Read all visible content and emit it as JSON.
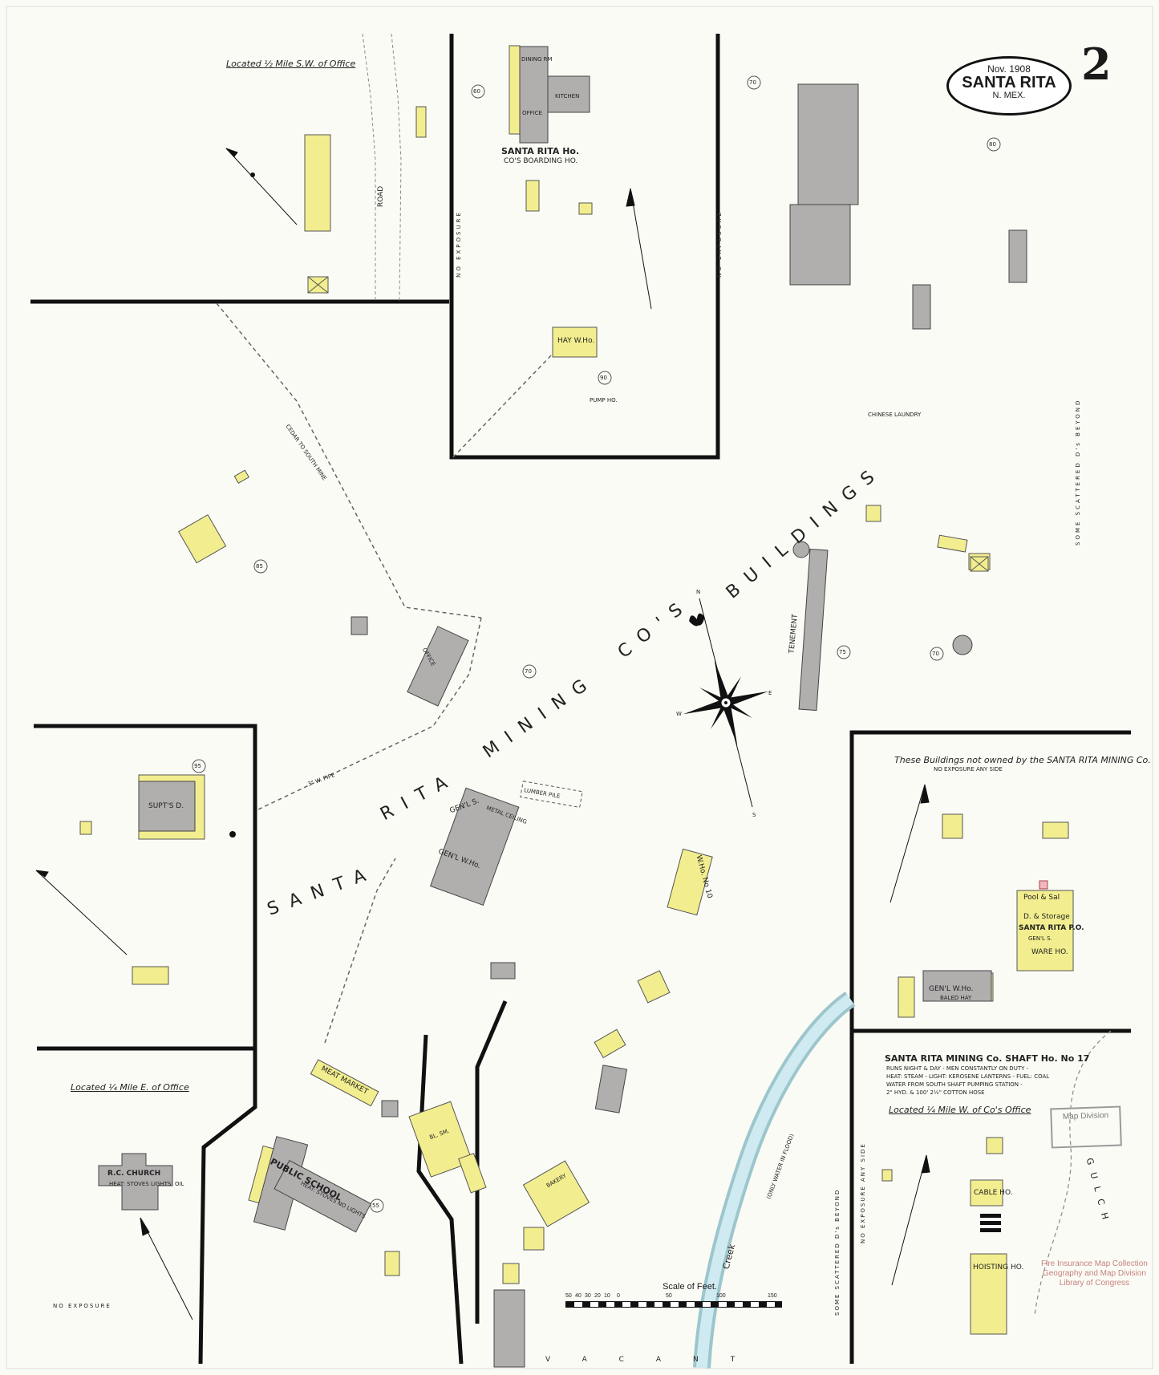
{
  "sheet": {
    "date": "Nov. 1908",
    "town": "SANTA RITA",
    "state": "N. MEX.",
    "number": "2"
  },
  "main_label": {
    "words": [
      "SANTA",
      "RITA",
      "MINING",
      "CO'S",
      "BUILDINGS"
    ]
  },
  "insets": {
    "sw_office": "Located ½ Mile S.W. of Office",
    "e_office": "Located ¼ Mile E. of Office",
    "w_cos_office": "Located ¼ Mile W. of Co's Office",
    "not_owned": "These Buildings not owned by the SANTA RITA MINING Co.",
    "no_exposure_any_side": "NO EXPOSURE ANY SIDE",
    "shaft_title": "SANTA RITA MINING Co. SHAFT Ho. No 17",
    "shaft_notes": [
      "RUNS NIGHT & DAY - MEN CONSTANTLY ON DUTY -",
      "HEAT: STEAM - LIGHT: KEROSENE LANTERNS - FUEL: COAL",
      "WATER FROM SOUTH SHAFT PUMPING STATION -",
      "2\" HYD. & 100' 2½\" COTTON HOSE"
    ]
  },
  "buildings": {
    "santa_rita_ho": "SANTA RITA Ho.",
    "boarding": "CO'S BOARDING HO.",
    "dining": "DINING RM",
    "kitchen": "KITCHEN",
    "office_top": "OFFICE",
    "hay_wh": "HAY W.Ho.",
    "supts": "SUPT'S D.",
    "office_mid": "OFFICE",
    "genl_s": "GEN'L S.",
    "genl_wh": "GEN'L W.Ho.",
    "metal_ceiling": "METAL CEILING",
    "wh_no10": "W.Ho. No 10",
    "tenement": "TENEMENT",
    "meat_market": "MEAT MARKET",
    "public_school": "PUBLIC SCHOOL",
    "school_notes": "HEAT: STOVES  NO LIGHTS",
    "rc_church": "R.C. CHURCH",
    "church_notes": "HEAT: STOVES LIGHTS: OIL",
    "bakery": "BAKERY",
    "bl_sm": "BL. SM.",
    "pool_sal": "Pool & Sal",
    "d_storage": "D. & Storage",
    "santa_rita_po": "SANTA RITA P.O.",
    "genl_s2": "GEN'L S.",
    "ware_ho": "WARE HO.",
    "genl_wh_baled": "GEN'L W.Ho.",
    "baled_hay": "BALED HAY",
    "cable_ho": "CABLE HO.",
    "hoisting": "HOISTING HO.",
    "chinese_laundry": "CHINESE LAUNDRY",
    "lumber_pile": "LUMBER PILE",
    "pumping": "PUMP HO."
  },
  "roads": {
    "road": "ROAD",
    "creek": "Creek",
    "creek_note": "(ONLY WATER IN FLOOD)",
    "gulch": "GULCH",
    "pipe": "3\" W. PIPE",
    "vacant": "VACANT",
    "pipe_note": "CEDAR TO SOUTH MINE"
  },
  "exposure": {
    "left": "NO EXPOSURE",
    "right": "NO EXPOSURE",
    "bottom_left": "NO EXPOSURE",
    "far_right": "SOME SCATTERED D's BEYOND",
    "bottom_mid": "SOME SCATTERED D's BEYOND",
    "any_side": "NO EXPOSURE ANY SIDE"
  },
  "scale": {
    "title": "Scale of Feet.",
    "ticks": [
      "50",
      "40",
      "30",
      "20",
      "10",
      "0",
      "50",
      "100",
      "150"
    ]
  },
  "compass": {
    "n": "N",
    "s": "S",
    "e": "E",
    "w": "W"
  },
  "elevations": [
    "60",
    "70",
    "80",
    "90",
    "85",
    "95",
    "70",
    "75",
    "70",
    "55"
  ],
  "stamp": "Map Division",
  "credit": [
    "Fire Insurance Map Collection",
    "Geography and Map Division",
    "Library of Congress"
  ],
  "colors": {
    "frame": "#111111",
    "adobe": "#f2ee8f",
    "stone": "#b1aeae",
    "creek": "#b7dce4",
    "paper": "#fbfbf6"
  }
}
